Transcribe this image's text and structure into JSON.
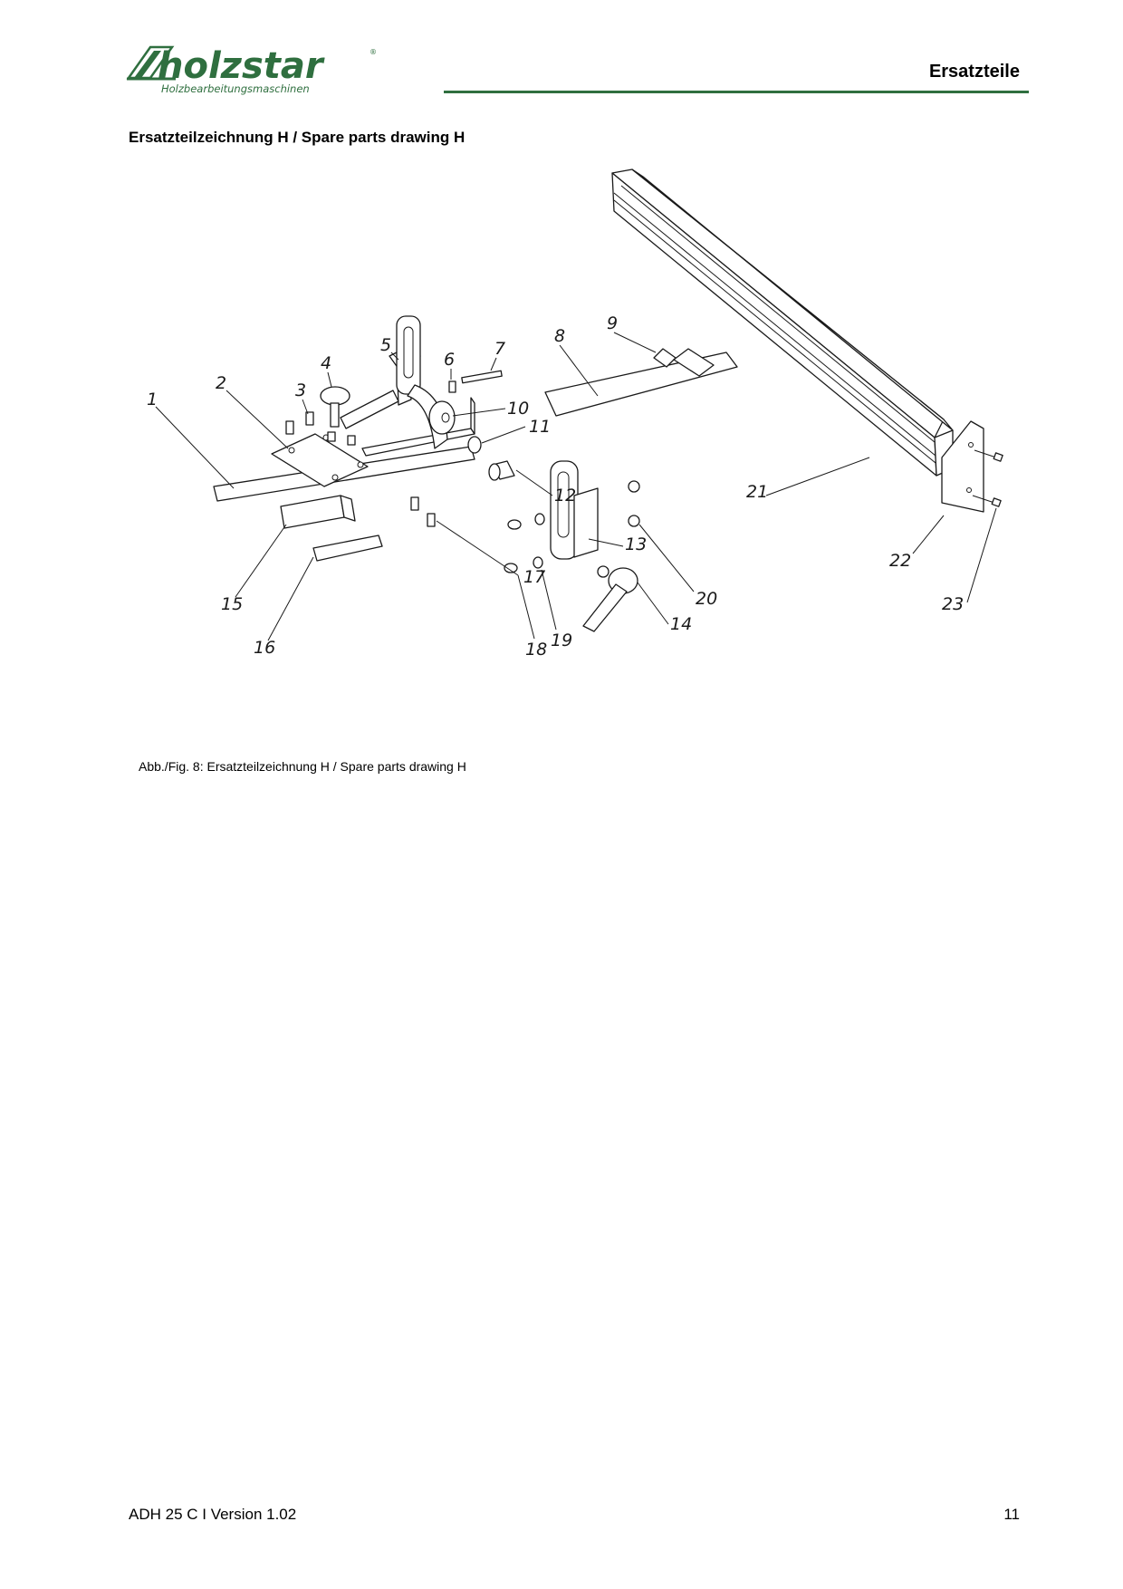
{
  "header": {
    "brand": "holzstar",
    "brand_tagline": "Holzbearbeitungsmaschinen",
    "section_title": "Ersatzteile",
    "accent_color": "#2f6f3f"
  },
  "drawing": {
    "title": "Ersatzteilzeichnung H / Spare parts drawing H",
    "part_numbers": [
      "1",
      "2",
      "3",
      "4",
      "5",
      "6",
      "7",
      "8",
      "9",
      "10",
      "11",
      "12",
      "13",
      "14",
      "15",
      "16",
      "17",
      "18",
      "19",
      "20",
      "21",
      "22",
      "23"
    ],
    "caption": "Abb./Fig. 8: Ersatzteilzeichnung H / Spare parts drawing H"
  },
  "footer": {
    "model_version": "ADH 25 C  I Version 1.02",
    "page_number": "11"
  }
}
